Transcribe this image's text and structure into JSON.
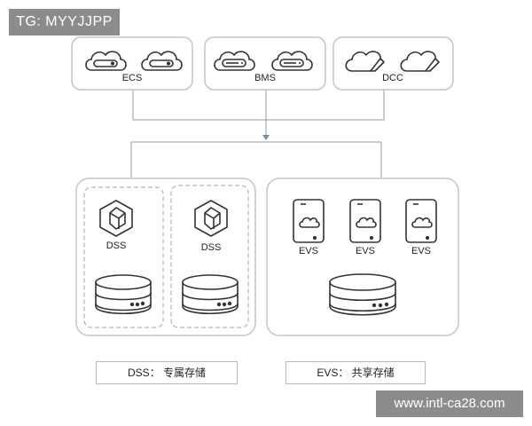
{
  "overlay": {
    "tag": "TG: MYYJJPP",
    "watermark": "www.intl-ca28.com"
  },
  "diagram": {
    "top_groups": [
      {
        "label": "ECS",
        "icons": [
          "cloud-server-icon",
          "cloud-server-icon"
        ]
      },
      {
        "label": "BMS",
        "icons": [
          "cloud-baremetal-icon",
          "cloud-baremetal-icon"
        ]
      },
      {
        "label": "DCC",
        "icons": [
          "cloud-folded-icon",
          "cloud-folded-icon"
        ]
      }
    ],
    "dss": {
      "nodes": [
        {
          "label": "DSS"
        },
        {
          "label": "DSS"
        }
      ]
    },
    "evs": {
      "nodes": [
        {
          "label": "EVS"
        },
        {
          "label": "EVS"
        },
        {
          "label": "EVS"
        }
      ]
    },
    "legend": {
      "dss": "DSS： 专属存储",
      "evs": "EVS： 共享存储"
    },
    "colors": {
      "line": "#9a9a9a",
      "box_border": "#b9c7cf",
      "icon": "#333333",
      "arrow": "#6f8fa8"
    }
  }
}
